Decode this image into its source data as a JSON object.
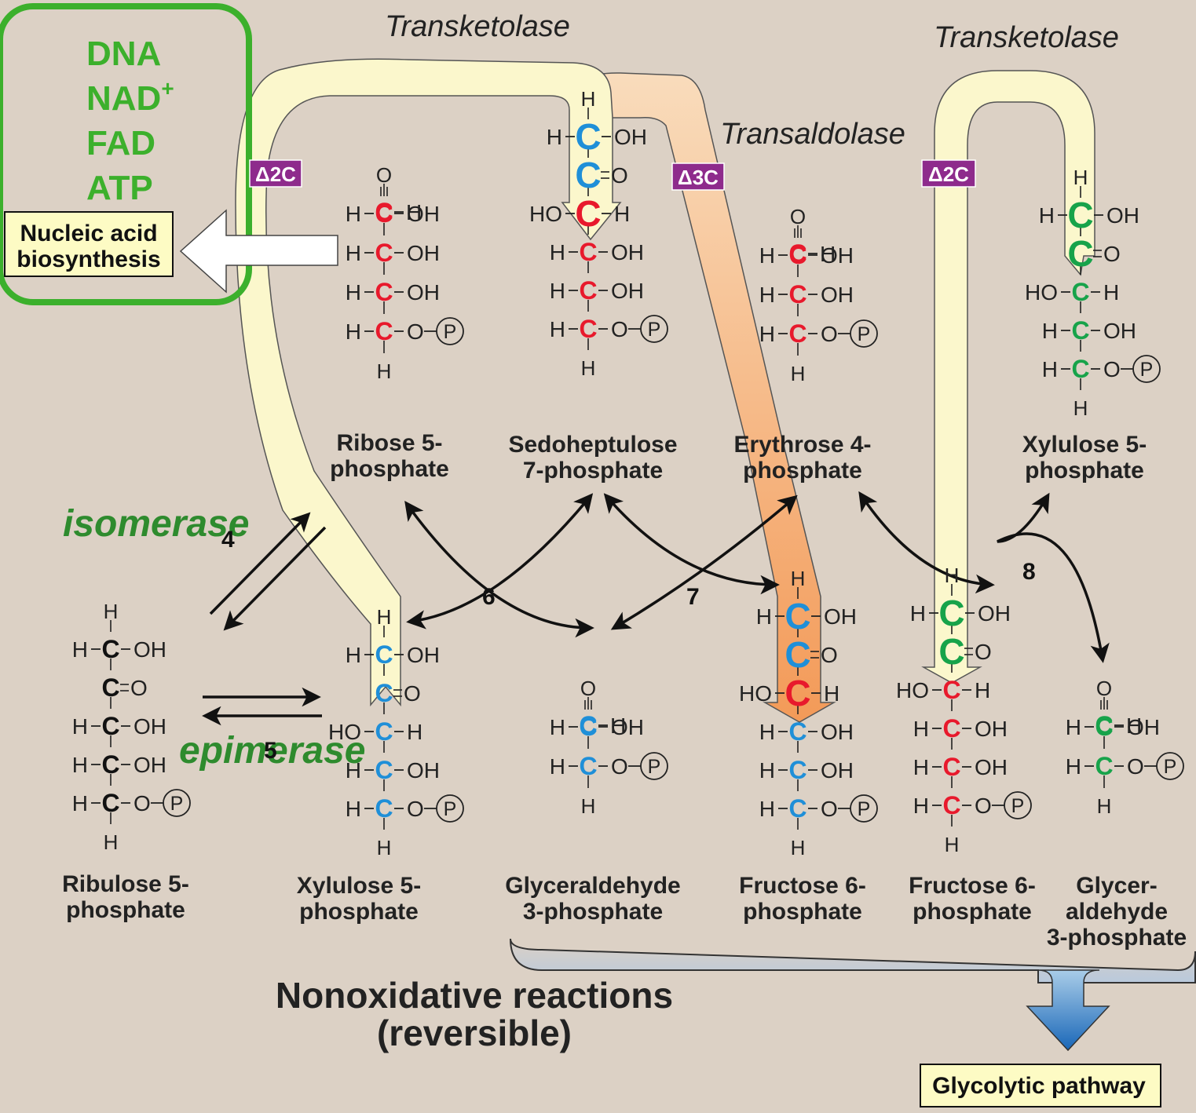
{
  "colors": {
    "background": "#dcd1c5",
    "red": "#e8192c",
    "blue": "#1f8fd8",
    "green": "#17a34a",
    "black": "#111111",
    "purple": "#8e2b8c",
    "cofactor_green": "#3cb02c",
    "ribbon_yellow": "#fbf7cc",
    "ribbon_orange": "#f5b983",
    "enzyme_green": "#2e8b2e"
  },
  "enzymes": {
    "transketolase_top": "Transketolase",
    "transketolase_right": "Transketolase",
    "transaldolase": "Transaldolase",
    "isomerase": "isomerase",
    "epimerase": "epimerase"
  },
  "tags": {
    "t1": "Δ2C",
    "t2": "Δ3C",
    "t3": "Δ2C"
  },
  "step_numbers": {
    "s4": "4",
    "s5": "5",
    "s6": "6",
    "s7": "7",
    "s8": "8"
  },
  "cofactors": {
    "dna": "DNA",
    "nad": "NAD",
    "nad_sup": "+",
    "fad": "FAD",
    "atp": "ATP"
  },
  "boxes": {
    "nucleic_line1": "Nucleic acid",
    "nucleic_line2": "biosynthesis",
    "glycolytic": "Glycolytic pathway"
  },
  "footer": {
    "line1": "Nonoxidative reactions",
    "line2": "(reversible)"
  },
  "molecules": [
    {
      "id": "ribulose5p",
      "name1": "Ribulose 5-",
      "name2": "phosphate",
      "rows": [
        {
          "t": "h"
        },
        {
          "t": "lr",
          "l": "H",
          "r": "OH",
          "c": "black"
        },
        {
          "t": "keto",
          "c": "black"
        },
        {
          "t": "lr",
          "l": "H",
          "r": "OH",
          "c": "black"
        },
        {
          "t": "lr",
          "l": "H",
          "r": "OH",
          "c": "black"
        },
        {
          "t": "p",
          "l": "H",
          "c": "black"
        },
        {
          "t": "h"
        }
      ]
    },
    {
      "id": "xylulose5p_bottom",
      "name1": "Xylulose 5-",
      "name2": "phosphate",
      "rows": [
        {
          "t": "h"
        },
        {
          "t": "lr",
          "l": "H",
          "r": "OH",
          "c": "blue"
        },
        {
          "t": "keto",
          "c": "blue"
        },
        {
          "t": "lr",
          "l": "HO",
          "r": "H",
          "c": "blue"
        },
        {
          "t": "lr",
          "l": "H",
          "r": "OH",
          "c": "blue"
        },
        {
          "t": "p",
          "l": "H",
          "c": "blue"
        },
        {
          "t": "h"
        }
      ]
    },
    {
      "id": "ribose5p",
      "name1": "Ribose 5-",
      "name2": "phosphate",
      "rows": [
        {
          "t": "ald",
          "c": "red"
        },
        {
          "t": "lr",
          "l": "H",
          "r": "OH",
          "c": "red"
        },
        {
          "t": "lr",
          "l": "H",
          "r": "OH",
          "c": "red"
        },
        {
          "t": "lr",
          "l": "H",
          "r": "OH",
          "c": "red"
        },
        {
          "t": "p",
          "l": "H",
          "c": "red"
        },
        {
          "t": "h"
        }
      ]
    },
    {
      "id": "sedoheptulose7p",
      "name1": "Sedoheptulose",
      "name2": "7-phosphate",
      "rows": [
        {
          "t": "h"
        },
        {
          "t": "lr",
          "l": "H",
          "r": "OH",
          "c": "blue",
          "big": true
        },
        {
          "t": "keto",
          "c": "blue",
          "big": true
        },
        {
          "t": "lr",
          "l": "HO",
          "r": "H",
          "c": "red",
          "big": true
        },
        {
          "t": "lr",
          "l": "H",
          "r": "OH",
          "c": "red"
        },
        {
          "t": "lr",
          "l": "H",
          "r": "OH",
          "c": "red"
        },
        {
          "t": "p",
          "l": "H",
          "c": "red"
        },
        {
          "t": "h"
        }
      ]
    },
    {
      "id": "erythrose4p",
      "name1": "Erythrose 4-",
      "name2": "phosphate",
      "rows": [
        {
          "t": "ald",
          "c": "red"
        },
        {
          "t": "lr",
          "l": "H",
          "r": "OH",
          "c": "red"
        },
        {
          "t": "lr",
          "l": "H",
          "r": "OH",
          "c": "red"
        },
        {
          "t": "p",
          "l": "H",
          "c": "red"
        },
        {
          "t": "h"
        }
      ]
    },
    {
      "id": "xylulose5p_top",
      "name1": "Xylulose 5-",
      "name2": "phosphate",
      "rows": [
        {
          "t": "h"
        },
        {
          "t": "lr",
          "l": "H",
          "r": "OH",
          "c": "green",
          "big": true
        },
        {
          "t": "keto",
          "c": "green",
          "big": true
        },
        {
          "t": "lr",
          "l": "HO",
          "r": "H",
          "c": "green"
        },
        {
          "t": "lr",
          "l": "H",
          "r": "OH",
          "c": "green"
        },
        {
          "t": "p",
          "l": "H",
          "c": "green"
        },
        {
          "t": "h"
        }
      ]
    },
    {
      "id": "glyceraldehyde3p_mid",
      "name1": "Glyceraldehyde",
      "name2": "3-phosphate",
      "rows": [
        {
          "t": "ald",
          "c": "blue"
        },
        {
          "t": "lr",
          "l": "H",
          "r": "OH",
          "c": "blue"
        },
        {
          "t": "p",
          "l": "H",
          "c": "blue"
        },
        {
          "t": "h"
        }
      ]
    },
    {
      "id": "fructose6p_a",
      "name1": "Fructose 6-",
      "name2": "phosphate",
      "rows": [
        {
          "t": "h"
        },
        {
          "t": "lr",
          "l": "H",
          "r": "OH",
          "c": "blue",
          "big": true
        },
        {
          "t": "keto",
          "c": "blue",
          "big": true
        },
        {
          "t": "lr",
          "l": "HO",
          "r": "H",
          "c": "red",
          "big": true
        },
        {
          "t": "lr",
          "l": "H",
          "r": "OH",
          "c": "blue"
        },
        {
          "t": "lr",
          "l": "H",
          "r": "OH",
          "c": "blue"
        },
        {
          "t": "p",
          "l": "H",
          "c": "blue"
        },
        {
          "t": "h"
        }
      ]
    },
    {
      "id": "fructose6p_b",
      "name1": "Fructose 6-",
      "name2": "phosphate",
      "rows": [
        {
          "t": "h"
        },
        {
          "t": "lr",
          "l": "H",
          "r": "OH",
          "c": "green",
          "big": true
        },
        {
          "t": "keto",
          "c": "green",
          "big": true
        },
        {
          "t": "lr",
          "l": "HO",
          "r": "H",
          "c": "red"
        },
        {
          "t": "lr",
          "l": "H",
          "r": "OH",
          "c": "red"
        },
        {
          "t": "lr",
          "l": "H",
          "r": "OH",
          "c": "red"
        },
        {
          "t": "p",
          "l": "H",
          "c": "red"
        },
        {
          "t": "h"
        }
      ]
    },
    {
      "id": "glyceraldehyde3p_right",
      "name1": "Glycer-",
      "name2": "aldehyde",
      "name3": "3-phosphate",
      "rows": [
        {
          "t": "ald",
          "c": "green"
        },
        {
          "t": "lr",
          "l": "H",
          "r": "OH",
          "c": "green"
        },
        {
          "t": "p",
          "l": "H",
          "c": "green"
        },
        {
          "t": "h"
        }
      ]
    }
  ]
}
